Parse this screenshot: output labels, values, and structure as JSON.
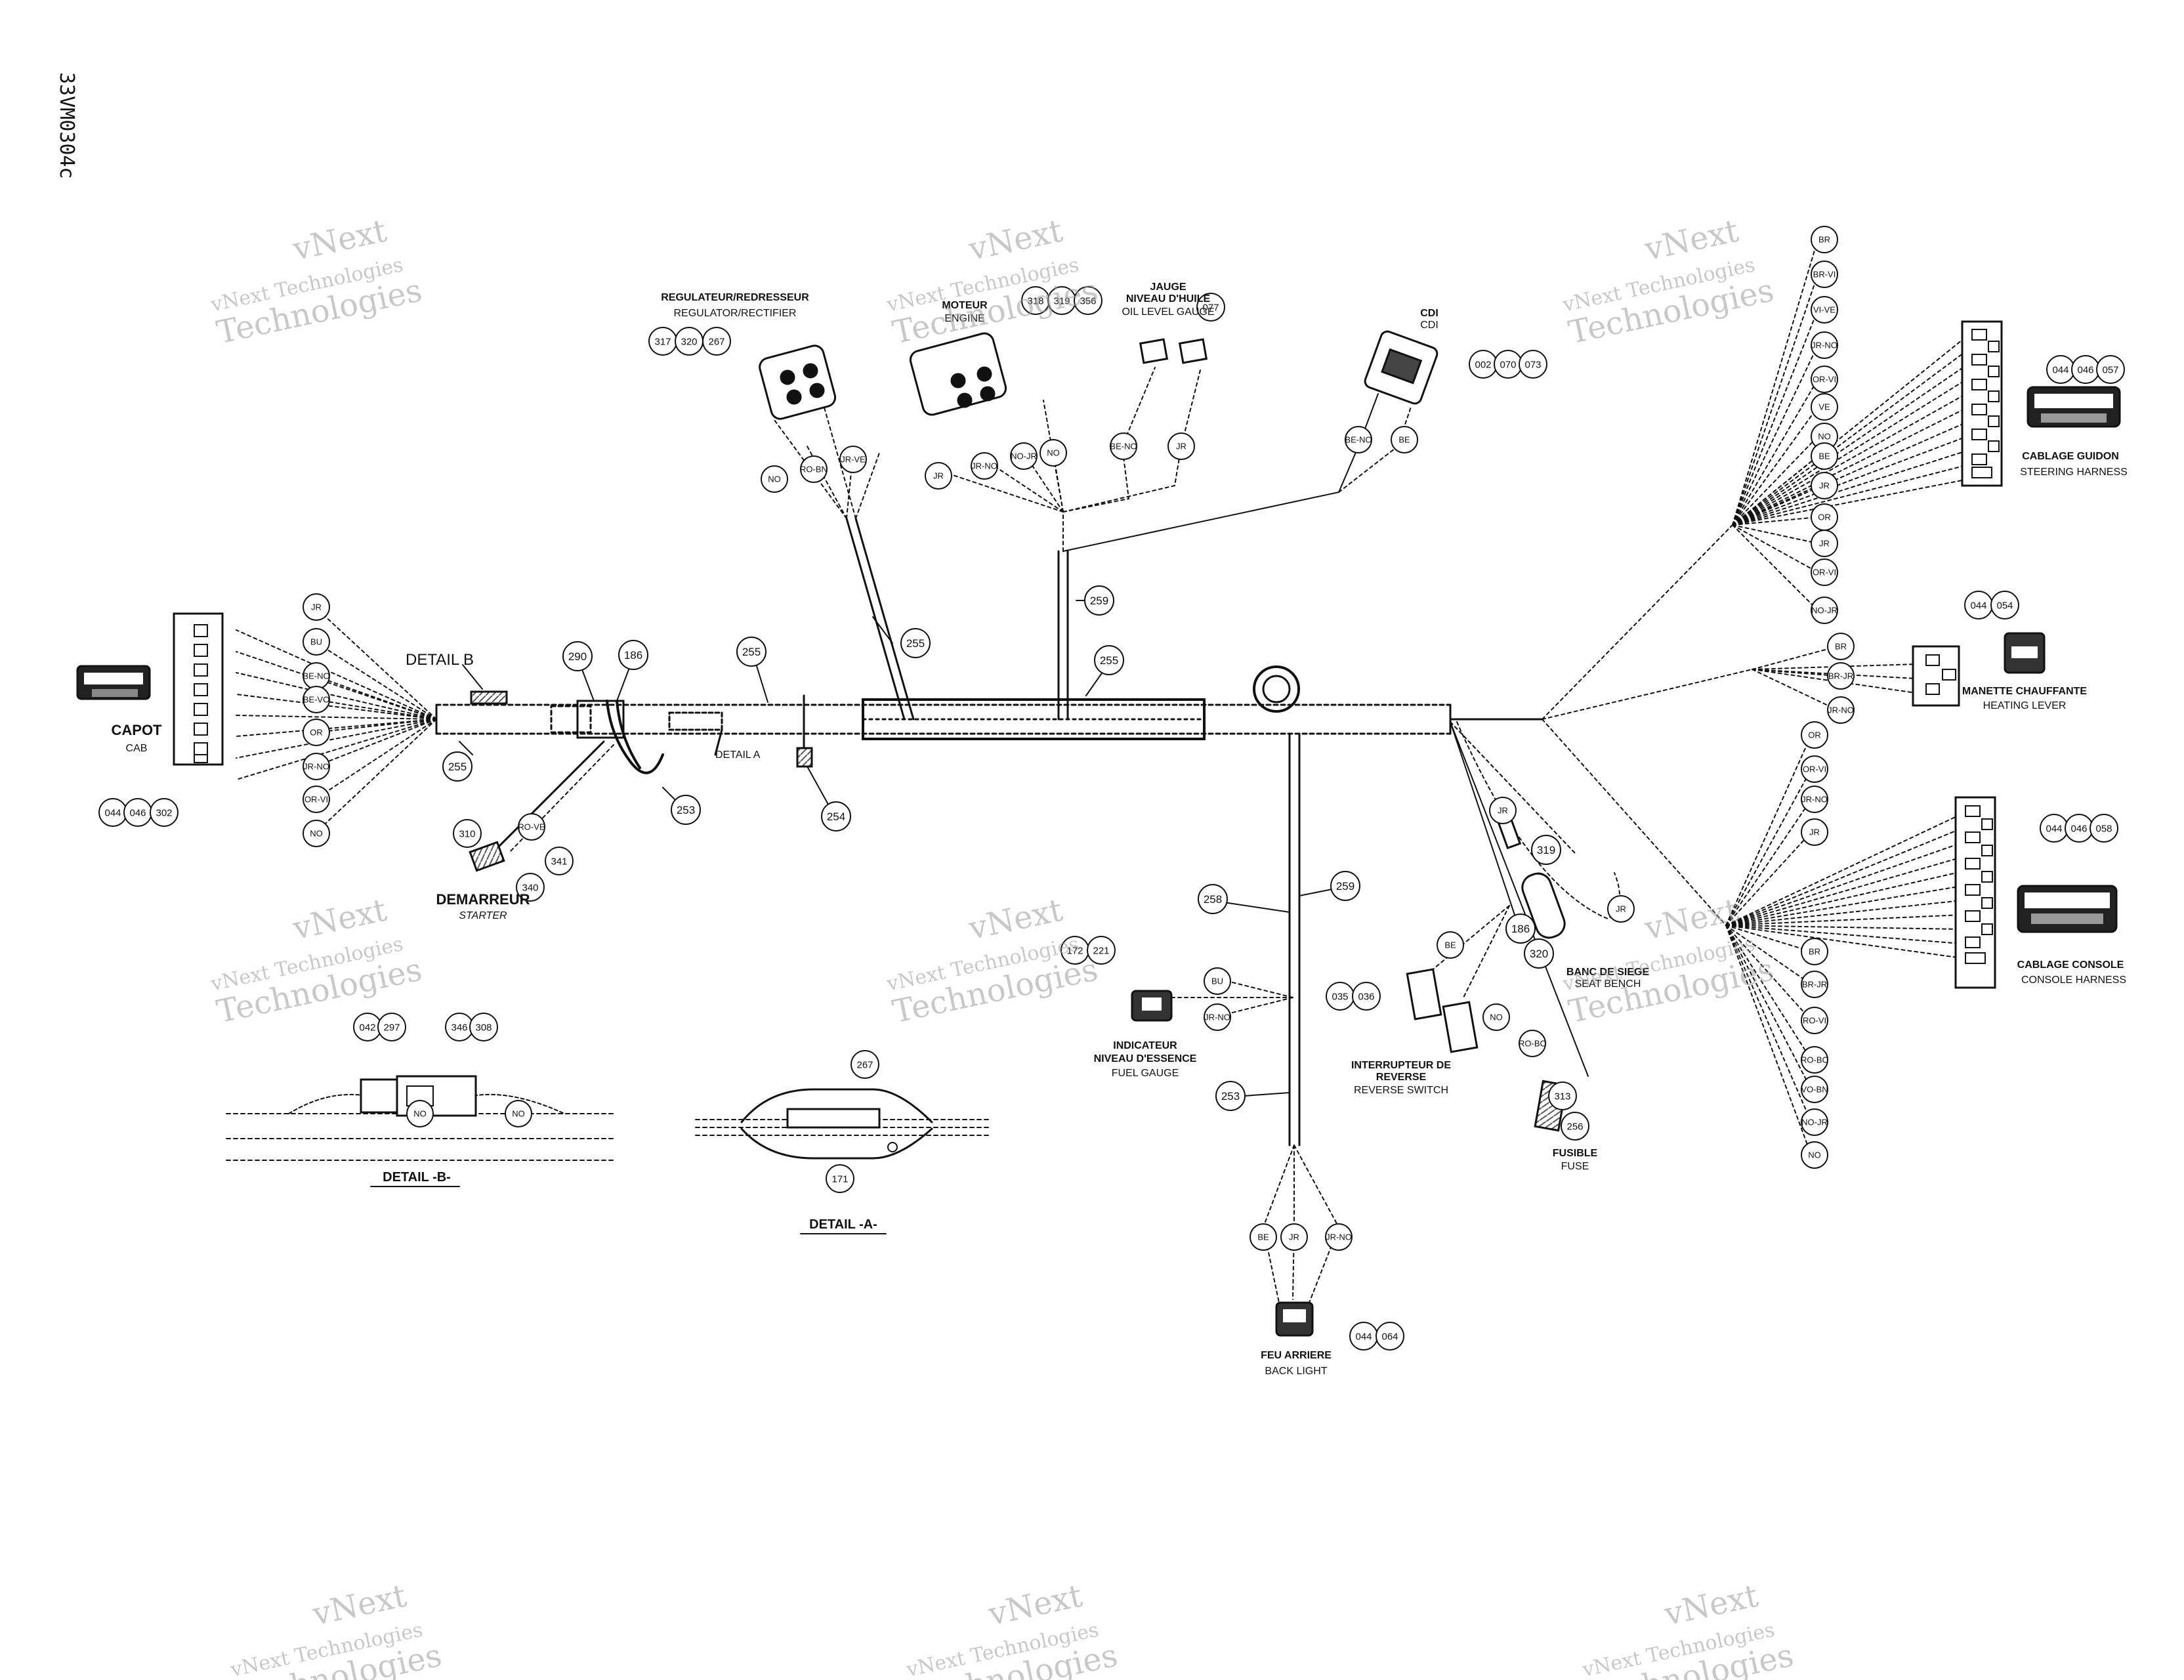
{
  "doc_code": "33VM0304c",
  "watermark": {
    "line1": "vNext",
    "line2": "vNext Technologies",
    "line3": "Technologies"
  },
  "main_labels": {
    "detail_b_callout": "DETAIL B",
    "detail_a_callout": "DETAIL A"
  },
  "components": {
    "cab": {
      "fr": "CAPOT",
      "en": "CAB",
      "parts": [
        "044",
        "046",
        "302"
      ]
    },
    "starter": {
      "fr": "DEMARREUR",
      "en": "STARTER",
      "parts": [
        "310",
        "341",
        "340"
      ]
    },
    "regulator": {
      "fr": "REGULATEUR/REDRESSEUR",
      "en": "REGULATOR/RECTIFIER",
      "parts": [
        "317",
        "320",
        "267"
      ]
    },
    "engine": {
      "fr": "MOTEUR",
      "en": "ENGINE",
      "parts": [
        "318",
        "319",
        "356"
      ]
    },
    "oil_gauge": {
      "fr1": "JAUGE",
      "fr2": "NIVEAU D'HUILE",
      "en": "OIL LEVEL GAUGE",
      "parts": [
        "077"
      ]
    },
    "cdi": {
      "fr": "CDI",
      "en": "CDI",
      "parts": [
        "002",
        "070",
        "073"
      ]
    },
    "steering": {
      "fr": "CABLAGE GUIDON",
      "en": "STEERING HARNESS",
      "parts": [
        "044",
        "046",
        "057"
      ]
    },
    "heating": {
      "fr": "MANETTE CHAUFFANTE",
      "en": "HEATING LEVER",
      "parts": [
        "044",
        "054"
      ]
    },
    "console": {
      "fr": "CABLAGE CONSOLE",
      "en": "CONSOLE HARNESS",
      "parts": [
        "044",
        "046",
        "058"
      ]
    },
    "fuel_gauge": {
      "fr1": "INDICATEUR",
      "fr2": "NIVEAU D'ESSENCE",
      "en": "FUEL GAUGE",
      "parts": [
        "172",
        "221"
      ]
    },
    "reverse": {
      "fr1": "INTERRUPTEUR DE",
      "fr2": "REVERSE",
      "en": "REVERSE SWITCH",
      "parts": [
        "035",
        "036"
      ]
    },
    "fuse": {
      "fr": "FUSIBLE",
      "en": "FUSE",
      "parts": [
        "313",
        "256"
      ]
    },
    "backlight": {
      "fr": "FEU ARRIERE",
      "en": "BACK LIGHT",
      "parts": [
        "044",
        "064"
      ]
    },
    "bench": {
      "fr": "BANC DE SIEGE",
      "en": "SEAT BENCH"
    }
  },
  "details": {
    "b": {
      "title": "DETAIL -B-",
      "parts": [
        "042",
        "297",
        "346",
        "308"
      ],
      "wire": "NO"
    },
    "a": {
      "title": "DETAIL -A-",
      "parts": [
        "267",
        "171"
      ]
    }
  },
  "harness_callouts": [
    "290",
    "186",
    "255",
    "255",
    "259",
    "255",
    "255",
    "253",
    "254",
    "258",
    "259",
    "253",
    "319",
    "186",
    "320"
  ],
  "wire_codes": {
    "cab": [
      "JR",
      "BU",
      "BE-NO",
      "BE-VO",
      "OR",
      "JR-NO",
      "OR-VI",
      "NO"
    ],
    "regulator": [
      "NO",
      "RO-BN",
      "JR-VE"
    ],
    "engine": [
      "JR",
      "JR-NO",
      "NO-JR",
      "NO"
    ],
    "oil": [
      "BE-NO",
      "JR"
    ],
    "cdi": [
      "BE-NO",
      "BE"
    ],
    "steering": [
      "BR",
      "BR-VI",
      "VI-VE",
      "JR-NO",
      "OR-VI",
      "VE",
      "NO",
      "BE",
      "JR",
      "OR",
      "JR",
      "OR-VI",
      "NO-JR"
    ],
    "heating": [
      "BR",
      "BR-JR",
      "JR-NO"
    ],
    "console": [
      "OR",
      "OR-VI",
      "JR-NO",
      "JR",
      "BR",
      "BR-JR",
      "RO-VI",
      "RO-BC",
      "VO-BN",
      "NO-JR",
      "NO"
    ],
    "fuel": [
      "BU",
      "JR-NO"
    ],
    "reverse": [
      "BE",
      "NO"
    ],
    "fuse": [
      "RO-BC"
    ],
    "seat": [
      "JR",
      "JR"
    ],
    "back": [
      "BE",
      "JR",
      "JR-NO"
    ],
    "starter": [
      "RO-VE"
    ]
  }
}
